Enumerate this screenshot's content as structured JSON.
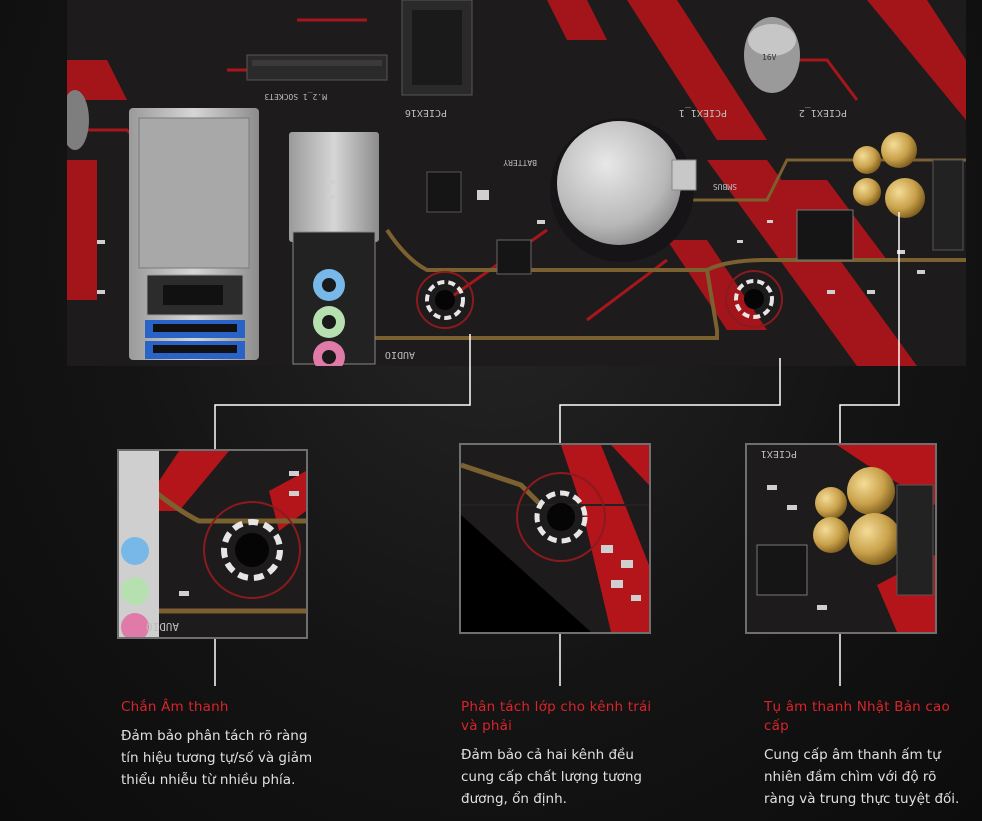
{
  "features": [
    {
      "title": "Chắn Âm thanh",
      "description": "Đảm bảo phân tách rõ ràng tín hiệu tương tự/số và giảm thiểu nhiễu từ nhiều phía."
    },
    {
      "title": "Phân tách lớp cho kênh trái và phải",
      "description": "Đảm bảo cả hai kênh đều cung cấp chất lượng tương đương, ổn định."
    },
    {
      "title": "Tụ âm thanh Nhật Bản cao cấp",
      "description": "Cung cấp âm thanh ấm tự nhiên đầm chìm với độ rõ ràng và trung thực tuyệt đối."
    }
  ],
  "board_labels": {
    "pciex16": "PCIEX16",
    "pciex1_1": "PCIEX1_1",
    "pciex1_2": "PCIEX1_2",
    "m2_socket": "M.2_1 SOCKET3",
    "battery": "BATTERY",
    "smbus": "SMBUS",
    "audio": "AUDIO",
    "capacitor": "16V",
    "panel3_label": "PCIEX1"
  },
  "colors": {
    "accent_red": "#d9242b",
    "text_light": "#e0e0e0",
    "pcb_dark": "#1e1b1c",
    "trace_red": "#c8161d",
    "connector_line": "#ffffff"
  },
  "icons": [
    "lan-port-icon",
    "usb-port-icon",
    "audio-jack-icon",
    "battery-icon",
    "capacitor-icon",
    "screw-hole-icon"
  ]
}
